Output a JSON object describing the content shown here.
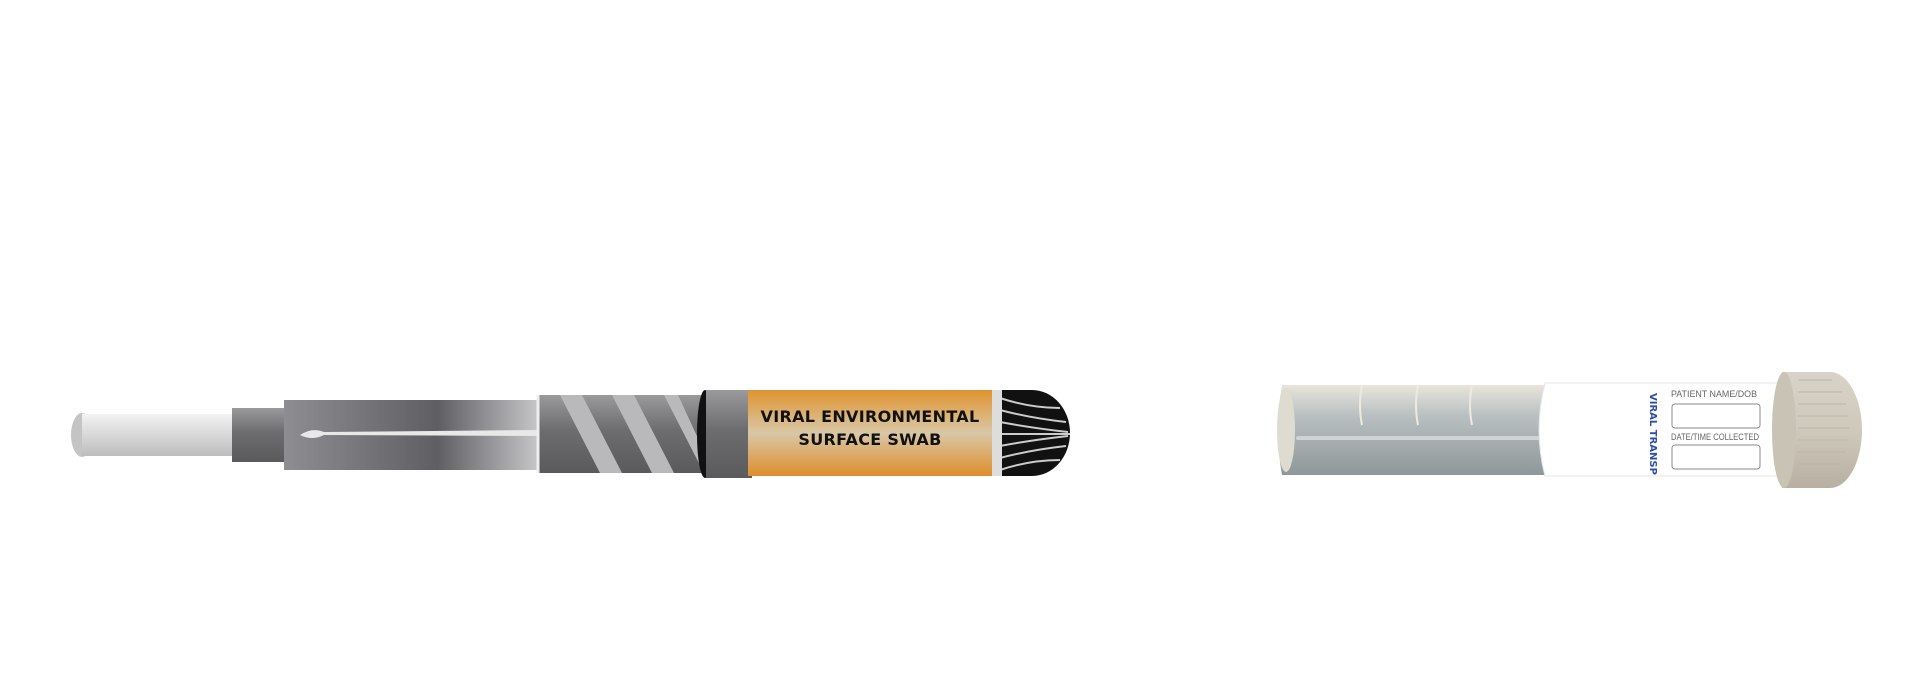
{
  "swab": {
    "label_line1": "VIRAL ENVIRONMENTAL",
    "label_line2": "SURFACE SWAB",
    "label_color": "#e0942f"
  },
  "transport_tube": {
    "vertical_label": "VIRAL TRANSP",
    "field1_label": "PATIENT NAME/DOB",
    "field2_label": "DATE/TIME COLLECTED",
    "label_text_color": "#2d4fa8"
  }
}
